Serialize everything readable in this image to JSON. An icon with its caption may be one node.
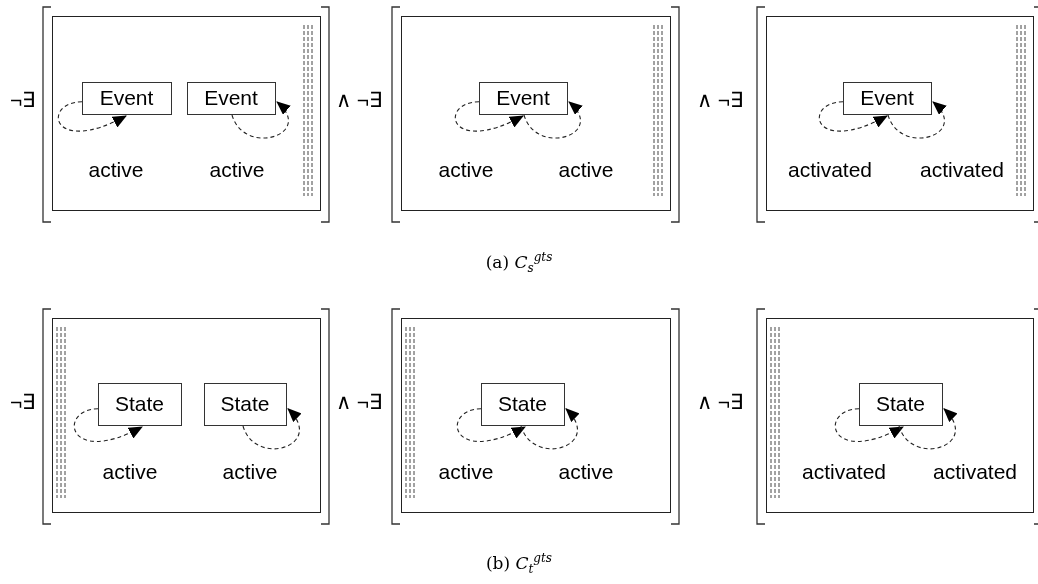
{
  "diagram": {
    "nodes": [
      {
        "text": [],
        "shape": "box"
      },
      {
        "text": [
          "Event"
        ],
        "in": 0
      },
      {
        "text": [
          "Event"
        ],
        "in": 0
      },
      {
        "text": [],
        "shape": "box"
      },
      {
        "text": [
          "Event"
        ],
        "in": 3
      },
      {
        "text": [],
        "shape": "box"
      },
      {
        "text": [
          "Event"
        ],
        "in": 5
      },
      {
        "text": [],
        "shape": "box"
      },
      {
        "text": [
          "State"
        ],
        "in": 7
      },
      {
        "text": [
          "State"
        ],
        "in": 7
      },
      {
        "text": [],
        "shape": "box"
      },
      {
        "text": [
          "State"
        ],
        "in": 10
      },
      {
        "text": [],
        "shape": "box"
      },
      {
        "text": [
          "State"
        ],
        "in": 12
      }
    ],
    "edges": [
      {
        "from": 1,
        "to": 1,
        "arrow": "to",
        "label": "active",
        "style": "dashed"
      },
      {
        "from": 2,
        "to": 2,
        "arrow": "to",
        "label": "active",
        "style": "dashed"
      },
      {
        "from": 4,
        "to": 4,
        "arrow": "to",
        "label": "active",
        "style": "dashed"
      },
      {
        "from": 4,
        "to": 4,
        "arrow": "to",
        "label": "active",
        "style": "dashed"
      },
      {
        "from": 6,
        "to": 6,
        "arrow": "to",
        "label": "activated",
        "style": "dashed"
      },
      {
        "from": 6,
        "to": 6,
        "arrow": "to",
        "label": "activated",
        "style": "dashed"
      },
      {
        "from": 8,
        "to": 8,
        "arrow": "to",
        "label": "active",
        "style": "dashed"
      },
      {
        "from": 9,
        "to": 9,
        "arrow": "to",
        "label": "active",
        "style": "dashed"
      },
      {
        "from": 11,
        "to": 11,
        "arrow": "to",
        "label": "active",
        "style": "dashed"
      },
      {
        "from": 11,
        "to": 11,
        "arrow": "to",
        "label": "active",
        "style": "dashed"
      },
      {
        "from": 13,
        "to": 13,
        "arrow": "to",
        "label": "activated",
        "style": "dashed"
      },
      {
        "from": 13,
        "to": 13,
        "arrow": "to",
        "label": "activated",
        "style": "dashed"
      }
    ],
    "labels": [
      "¬∃",
      "∧ ¬∃",
      "∧ ¬∃",
      "(a) *C*$_{s}$$^{gts}$",
      "¬∃",
      "∧ ¬∃",
      "∧ ¬∃",
      "(b) *C*$_{t}$$^{gts}$"
    ]
  }
}
